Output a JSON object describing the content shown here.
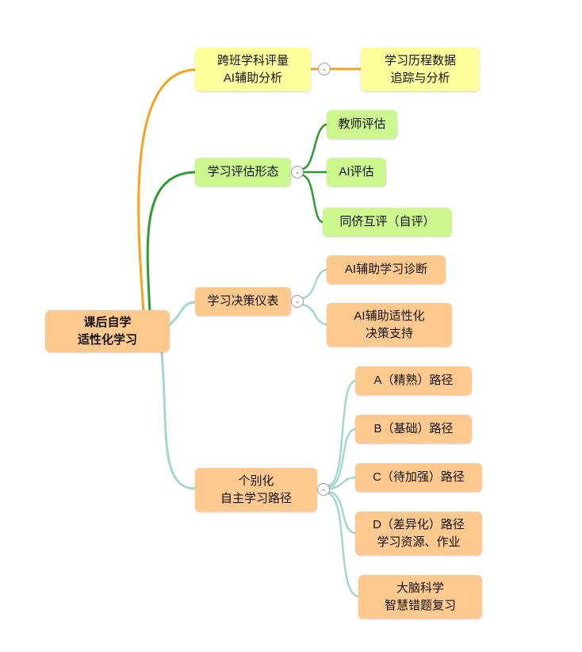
{
  "colors": {
    "branch_orange": "#f6a21e",
    "branch_green": "#2f9b2f",
    "branch_teal": "#a3d6cf",
    "node_yellow_bg": "#feff9c",
    "node_green_bg": "#ccf78f",
    "node_orange_bg": "#fdc98f"
  },
  "controls": {
    "collapse_glyph": "-"
  },
  "mindmap": {
    "root": "课后自学\n适性化学习",
    "branches": [
      {
        "topic": "跨班学科评量\nAI辅助分析",
        "children": [
          "学习历程数据\n追踪与分析"
        ]
      },
      {
        "topic": "学习评估形态",
        "children": [
          "教师评估",
          "AI评估",
          "同侪互评（自评）"
        ]
      },
      {
        "topic": "学习决策仪表",
        "children": [
          "AI辅助学习诊断",
          "AI辅助适性化\n决策支持"
        ]
      },
      {
        "topic": "个别化\n自主学习路径",
        "children": [
          "A（精熟）路径",
          "B（基础）路径",
          "C（待加强）路径",
          "D（差异化）路径\n学习资源、作业",
          "大脑科学\n智慧错题复习"
        ]
      }
    ]
  }
}
